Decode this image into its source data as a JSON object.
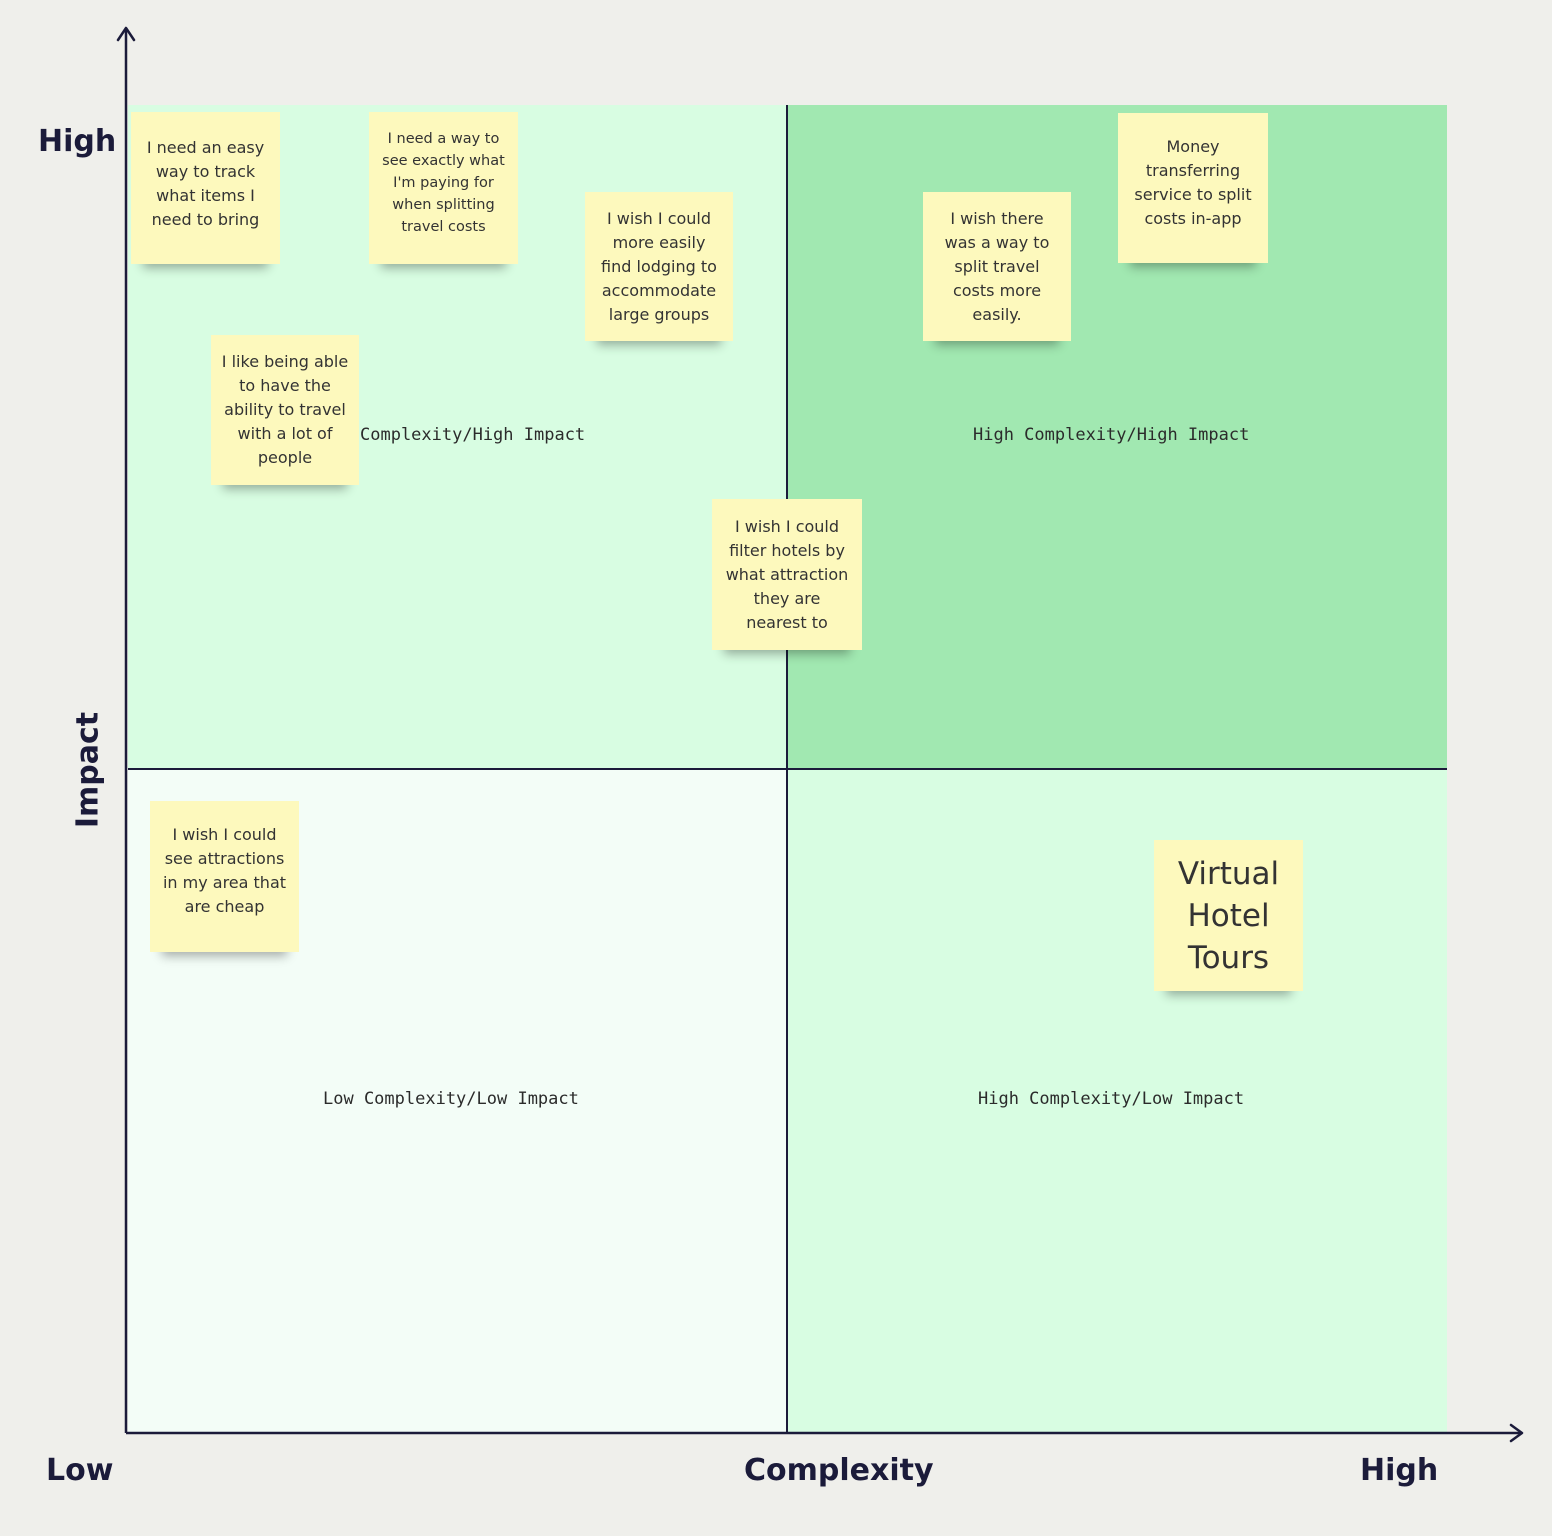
{
  "axes": {
    "x_title": "Complexity",
    "y_title": "Impact",
    "x_low": "Low",
    "x_high": "High",
    "y_high": "High"
  },
  "quadrants": {
    "top_left": {
      "label": "Complexity/High Impact",
      "color": "#d8fde2"
    },
    "top_right": {
      "label": "High Complexity/High Impact",
      "color": "#a1e8b1"
    },
    "bottom_left": {
      "label": "Low Complexity/Low Impact",
      "color": "#f3fdf7"
    },
    "bottom_right": {
      "label": "High Complexity/Low Impact",
      "color": "#d8fde2"
    }
  },
  "notes": [
    {
      "text": "I need an easy way to track what items I need to bring"
    },
    {
      "text": "I need a way to see exactly what I'm paying for when splitting travel costs"
    },
    {
      "text": "I wish I could more easily find lodging to accommodate large groups"
    },
    {
      "text": "I like being able to have the ability to travel with a lot of people"
    },
    {
      "text": "I wish there was a way to split travel costs more easily."
    },
    {
      "text": "Money transferring service to split costs in-app"
    },
    {
      "text": "I wish I could filter hotels by what attraction they are nearest to"
    },
    {
      "text": "I wish I could see attractions in my area that are cheap"
    },
    {
      "text": "Virtual Hotel Tours"
    }
  ],
  "colors": {
    "sticky_note": "#fdf9bd",
    "axis": "#1b1b3a",
    "background": "#efefeb"
  }
}
